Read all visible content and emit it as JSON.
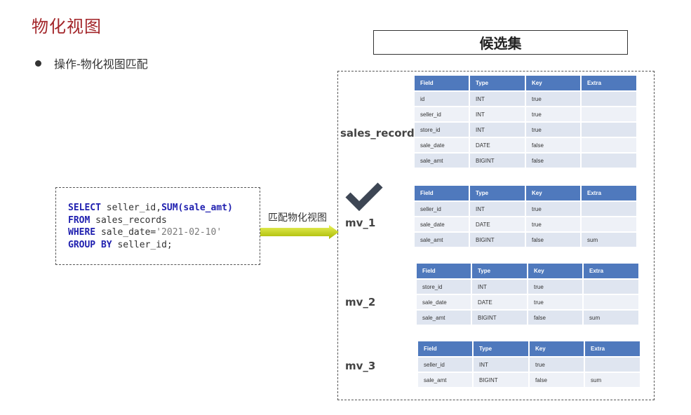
{
  "page": {
    "title": "物化视图",
    "bullet": "操作-物化视图匹配",
    "candidate_header": "候选集",
    "arrow_label": "匹配物化视图"
  },
  "sql": {
    "line1": [
      "SELECT",
      " seller_id,",
      "SUM",
      "(sale_amt)"
    ],
    "line2": [
      "FROM",
      " sales_records"
    ],
    "line3": [
      "WHERE",
      " sale_date=",
      "'2021-02-10'"
    ],
    "line4": [
      "GROUP BY",
      " seller_id;"
    ]
  },
  "tables": [
    {
      "name": "sales_records",
      "headers": [
        "Field",
        "Type",
        "Key",
        "Extra"
      ],
      "rows": [
        [
          "id",
          "INT",
          "true",
          ""
        ],
        [
          "seller_id",
          "INT",
          "true",
          ""
        ],
        [
          "store_id",
          "INT",
          "true",
          ""
        ],
        [
          "sale_date",
          "DATE",
          "false",
          ""
        ],
        [
          "sale_amt",
          "BIGINT",
          "false",
          ""
        ]
      ]
    },
    {
      "name": "mv_1",
      "headers": [
        "Field",
        "Type",
        "Key",
        "Extra"
      ],
      "rows": [
        [
          "seller_id",
          "INT",
          "true",
          ""
        ],
        [
          "sale_date",
          "DATE",
          "true",
          ""
        ],
        [
          "sale_amt",
          "BIGINT",
          "false",
          "sum"
        ]
      ]
    },
    {
      "name": "mv_2",
      "headers": [
        "Field",
        "Type",
        "Key",
        "Extra"
      ],
      "rows": [
        [
          "store_id",
          "INT",
          "true",
          ""
        ],
        [
          "sale_date",
          "DATE",
          "true",
          ""
        ],
        [
          "sale_amt",
          "BIGINT",
          "false",
          "sum"
        ]
      ]
    },
    {
      "name": "mv_3",
      "headers": [
        "Field",
        "Type",
        "Key",
        "Extra"
      ],
      "rows": [
        [
          "seller_id",
          "INT",
          "true",
          ""
        ],
        [
          "sale_amt",
          "BIGINT",
          "false",
          "sum"
        ]
      ]
    }
  ],
  "icons": {
    "match": "checkmark-icon",
    "arrow": "right-arrow-icon"
  },
  "colors": {
    "title": "#a3262a",
    "keyword": "#1f1faf",
    "table_header": "#4f79bd",
    "row": "#dfe5f0",
    "arrow": "#c8d400",
    "check": "#3d4654"
  }
}
